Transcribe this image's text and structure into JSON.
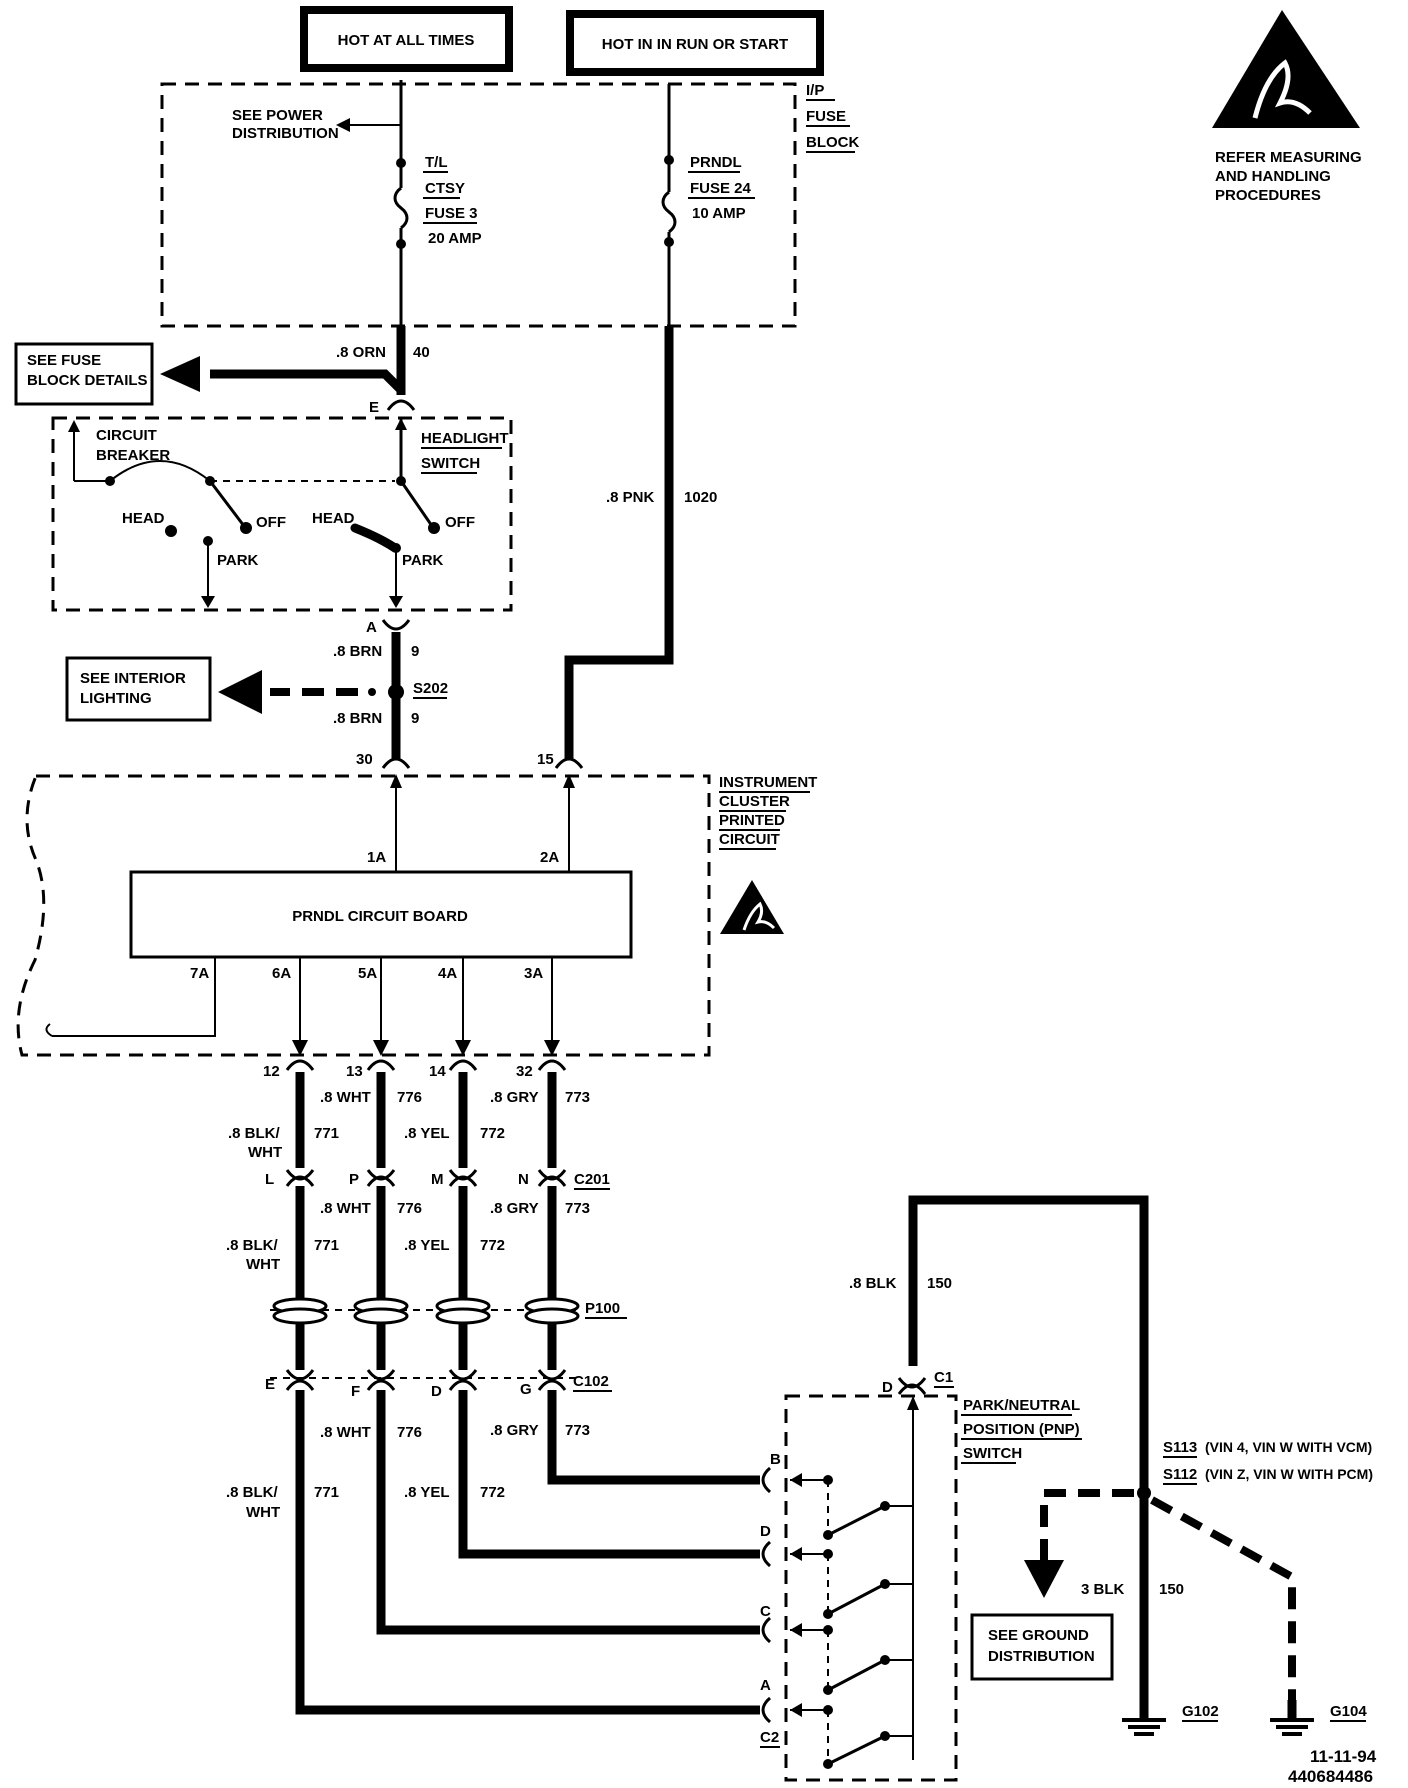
{
  "power": {
    "hot_all_times": "HOT AT ALL TIMES",
    "hot_run_start": "HOT IN IN RUN OR START"
  },
  "fuse_block": {
    "label_1": "I/P",
    "label_2": "FUSE",
    "label_3": "BLOCK",
    "see_power_1": "SEE POWER",
    "see_power_2": "DISTRIBUTION",
    "fuse3_line1": "T/L",
    "fuse3_line2": "CTSY",
    "fuse3_line3": "FUSE 3",
    "fuse3_line4": "20 AMP",
    "fuse24_line1": "PRNDL",
    "fuse24_line2": "FUSE 24",
    "fuse24_line3": "10 AMP"
  },
  "esd": {
    "line1": "REFER MEASURING",
    "line2": "AND HANDLING",
    "line3": "PROCEDURES"
  },
  "see_fuse_block": {
    "line1": "SEE FUSE",
    "line2": "BLOCK DETAILS"
  },
  "headlight_switch": {
    "label_1": "HEADLIGHT",
    "label_2": "SWITCH",
    "circuit_breaker_1": "CIRCUIT",
    "circuit_breaker_2": "BREAKER",
    "head": "HEAD",
    "off": "OFF",
    "park": "PARK",
    "pin_e": "E",
    "pin_a": "A"
  },
  "see_interior": {
    "line1": "SEE INTERIOR",
    "line2": "LIGHTING"
  },
  "cluster": {
    "label_1": "INSTRUMENT",
    "label_2": "CLUSTER",
    "label_3": "PRINTED",
    "label_4": "CIRCUIT",
    "board": "PRNDL CIRCUIT BOARD",
    "pin_1a": "1A",
    "pin_2a": "2A",
    "pin_7a": "7A",
    "pin_6a": "6A",
    "pin_5a": "5A",
    "pin_4a": "4A",
    "pin_3a": "3A",
    "pin_30": "30",
    "pin_15": "15",
    "pin_12": "12",
    "pin_13": "13",
    "pin_14": "14",
    "pin_32": "32"
  },
  "wires": {
    "orn": ".8 ORN",
    "orn_num": "40",
    "pnk": ".8 PNK",
    "pnk_num": "1020",
    "brn": ".8 BRN",
    "brn_num": "9",
    "s202": "S202",
    "blk_wht_1": ".8 BLK/",
    "blk_wht_2": "WHT",
    "blk_wht_num": "771",
    "wht": ".8 WHT",
    "wht_num": "776",
    "yel": ".8 YEL",
    "yel_num": "772",
    "gry": ".8 GRY",
    "gry_num": "773",
    "blk": ".8 BLK",
    "blk_num": "150",
    "blk3": "3 BLK",
    "blk3_num": "150"
  },
  "connectors": {
    "c201": "C201",
    "p100": "P100",
    "c102": "C102",
    "c1": "C1",
    "c2": "C2",
    "l": "L",
    "p": "P",
    "m": "M",
    "n": "N",
    "e": "E",
    "f": "F",
    "d": "D",
    "g": "G",
    "pnp_d": "D",
    "pnp_b": "B",
    "pnp_d2": "D",
    "pnp_c": "C",
    "pnp_a": "A"
  },
  "pnp": {
    "line1": "PARK/NEUTRAL",
    "line2": "POSITION (PNP)",
    "line3": "SWITCH"
  },
  "splices": {
    "s113": "S113",
    "s113_note": "(VIN 4, VIN W WITH VCM)",
    "s112": "S112",
    "s112_note": "(VIN Z, VIN W WITH PCM)"
  },
  "ground": {
    "see_1": "SEE GROUND",
    "see_2": "DISTRIBUTION",
    "g102": "G102",
    "g104": "G104"
  },
  "footer": {
    "date": "11-11-94",
    "code": "440684486"
  }
}
